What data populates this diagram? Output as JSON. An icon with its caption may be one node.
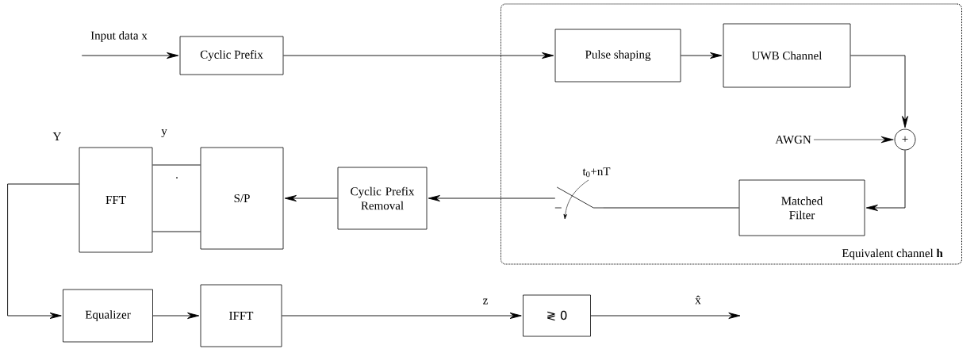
{
  "diagram": {
    "nodes": [
      {
        "text": [
          "Cyclic Prefix"
        ]
      },
      {
        "text": [
          "Equivalent channel **h**"
        ]
      },
      {
        "text": [
          "Pulse shaping"
        ],
        "in": 1
      },
      {
        "text": [
          "UWB Channel"
        ],
        "in": 1
      },
      {
        "text": [
          "+"
        ],
        "in": 1
      },
      {
        "text": [
          "Matched Filter"
        ],
        "in": 1
      },
      {
        "text": [
          "Cyclic Prefix Removal"
        ]
      },
      {
        "text": [
          "S/P"
        ]
      },
      {
        "text": [
          "FFT"
        ]
      },
      {
        "text": [
          "Equalizer"
        ]
      },
      {
        "text": [
          "IFFT"
        ]
      },
      {
        "text": [
          "≷ 0"
        ]
      },
      {
        "text": [
          "AWGN"
        ],
        "in": 1
      },
      {
        "text": [],
        "shape": "switch",
        "in": 1,
        "beside": [
          "t$_{0}$+nT"
        ]
      }
    ],
    "edges": [
      {
        "from": null,
        "to": 0,
        "arrow": "to",
        "label": "Input data x"
      },
      {
        "from": 0,
        "to": 2,
        "arrow": "to"
      },
      {
        "from": 2,
        "to": 3,
        "arrow": "to"
      },
      {
        "from": 3,
        "to": 4,
        "arrow": "to"
      },
      {
        "from": 12,
        "to": 4,
        "arrow": "to"
      },
      {
        "from": 4,
        "to": 5,
        "arrow": "to"
      },
      {
        "from": 5,
        "to": 13,
        "arrow": "none"
      },
      {
        "from": 13,
        "to": 6,
        "arrow": "to"
      },
      {
        "from": 6,
        "to": 7,
        "arrow": "to"
      },
      {
        "from": 7,
        "to": 8,
        "arrow": "none"
      },
      {
        "from": 7,
        "to": 8,
        "arrow": "none"
      },
      {
        "from": 8,
        "to": 9,
        "arrow": "to"
      },
      {
        "from": 9,
        "to": 10,
        "arrow": "to"
      },
      {
        "from": 10,
        "to": 11,
        "arrow": "to",
        "label": "z"
      },
      {
        "from": 11,
        "to": null,
        "arrow": "to",
        "label": "x̂"
      }
    ],
    "labels": [
      "Y",
      "y",
      "."
    ]
  }
}
